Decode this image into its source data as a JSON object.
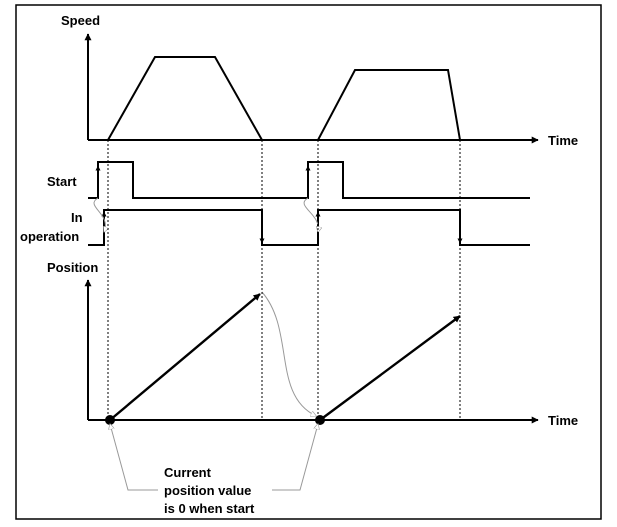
{
  "labels": {
    "speed": "Speed",
    "time_top": "Time",
    "start": "Start",
    "in_operation_1": "In",
    "in_operation_2": "operation",
    "position": "Position",
    "time_bottom": "Time",
    "note_line1": "Current",
    "note_line2": "position value",
    "note_line3": "is 0 when start"
  },
  "colors": {
    "line": "#000000",
    "connector": "#999999",
    "background": "#ffffff"
  }
}
